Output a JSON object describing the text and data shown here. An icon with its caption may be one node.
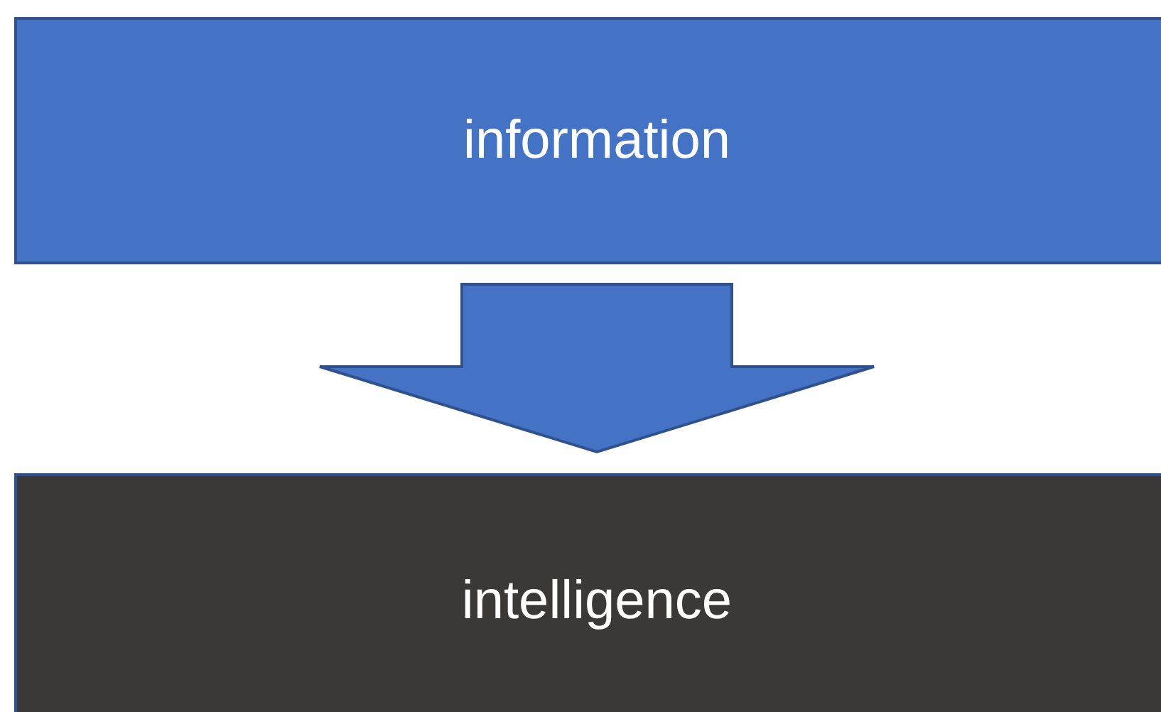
{
  "diagram": {
    "nodes": [
      {
        "text": [
          "information"
        ]
      },
      {
        "text": [
          "intelligence"
        ]
      }
    ],
    "edges": [
      {
        "from": 0,
        "to": 1,
        "arrow": "to",
        "style": "thick"
      }
    ]
  }
}
